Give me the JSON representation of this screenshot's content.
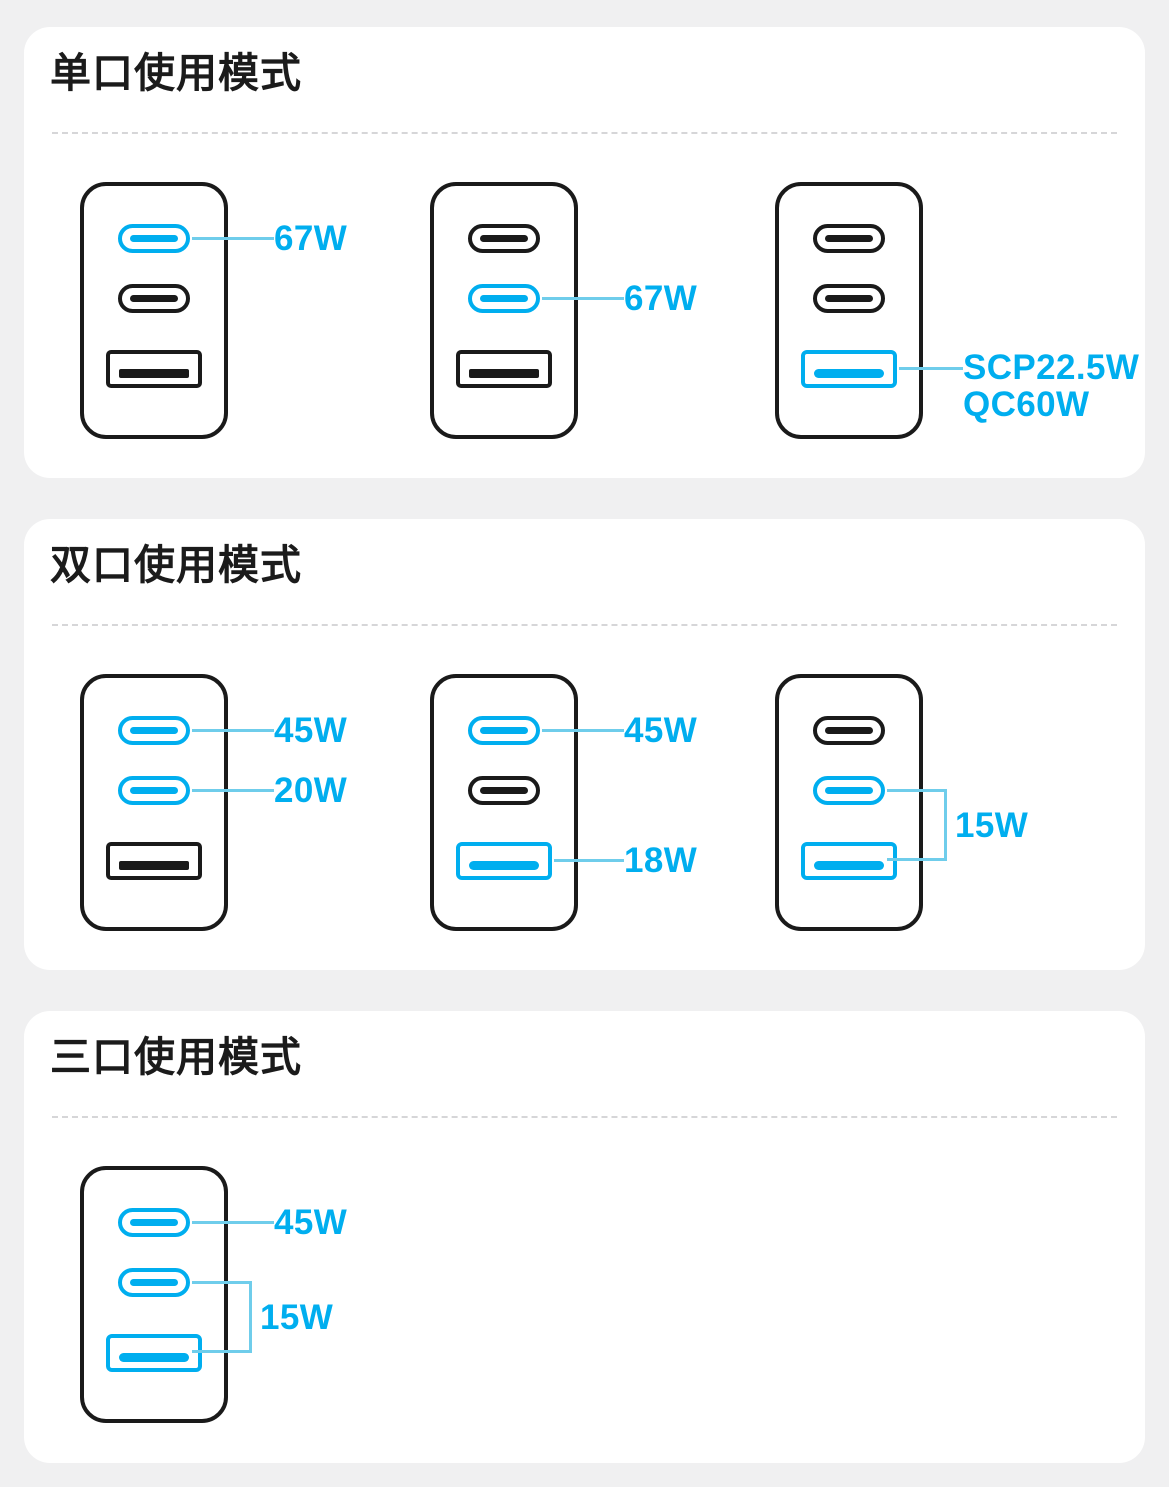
{
  "page": {
    "background_color": "#f0f0f1",
    "card_color": "#ffffff",
    "accent_color": "#00aeef",
    "leader_color": "#6fcdeb",
    "outline_color": "#1a1a1a"
  },
  "sections": [
    {
      "id": "single",
      "title": "单口使用模式",
      "units": [
        {
          "ports": [
            {
              "type": "usb-c",
              "state": "active"
            },
            {
              "type": "usb-c",
              "state": "inactive"
            },
            {
              "type": "usb-a",
              "state": "inactive"
            }
          ],
          "labels": [
            {
              "text": "67W",
              "port_index": 0
            }
          ]
        },
        {
          "ports": [
            {
              "type": "usb-c",
              "state": "inactive"
            },
            {
              "type": "usb-c",
              "state": "active"
            },
            {
              "type": "usb-a",
              "state": "inactive"
            }
          ],
          "labels": [
            {
              "text": "67W",
              "port_index": 1
            }
          ]
        },
        {
          "ports": [
            {
              "type": "usb-c",
              "state": "inactive"
            },
            {
              "type": "usb-c",
              "state": "inactive"
            },
            {
              "type": "usb-a",
              "state": "active"
            }
          ],
          "labels": [
            {
              "text": "SCP22.5W\nQC60W",
              "port_index": 2
            }
          ]
        }
      ]
    },
    {
      "id": "dual",
      "title": "双口使用模式",
      "units": [
        {
          "ports": [
            {
              "type": "usb-c",
              "state": "active"
            },
            {
              "type": "usb-c",
              "state": "active"
            },
            {
              "type": "usb-a",
              "state": "inactive"
            }
          ],
          "labels": [
            {
              "text": "45W",
              "port_index": 0
            },
            {
              "text": "20W",
              "port_index": 1
            }
          ]
        },
        {
          "ports": [
            {
              "type": "usb-c",
              "state": "active"
            },
            {
              "type": "usb-c",
              "state": "inactive"
            },
            {
              "type": "usb-a",
              "state": "active"
            }
          ],
          "labels": [
            {
              "text": "45W",
              "port_index": 0
            },
            {
              "text": "18W",
              "port_index": 2
            }
          ]
        },
        {
          "ports": [
            {
              "type": "usb-c",
              "state": "inactive"
            },
            {
              "type": "usb-c",
              "state": "active"
            },
            {
              "type": "usb-a",
              "state": "active"
            }
          ],
          "labels": [
            {
              "text": "15W",
              "bracket": true,
              "port_index": 1
            }
          ]
        }
      ]
    },
    {
      "id": "triple",
      "title": "三口使用模式",
      "units": [
        {
          "ports": [
            {
              "type": "usb-c",
              "state": "active"
            },
            {
              "type": "usb-c",
              "state": "active"
            },
            {
              "type": "usb-a",
              "state": "active"
            }
          ],
          "labels": [
            {
              "text": "45W",
              "port_index": 0
            },
            {
              "text": "15W",
              "bracket": true,
              "port_index": 1
            }
          ]
        }
      ]
    }
  ]
}
